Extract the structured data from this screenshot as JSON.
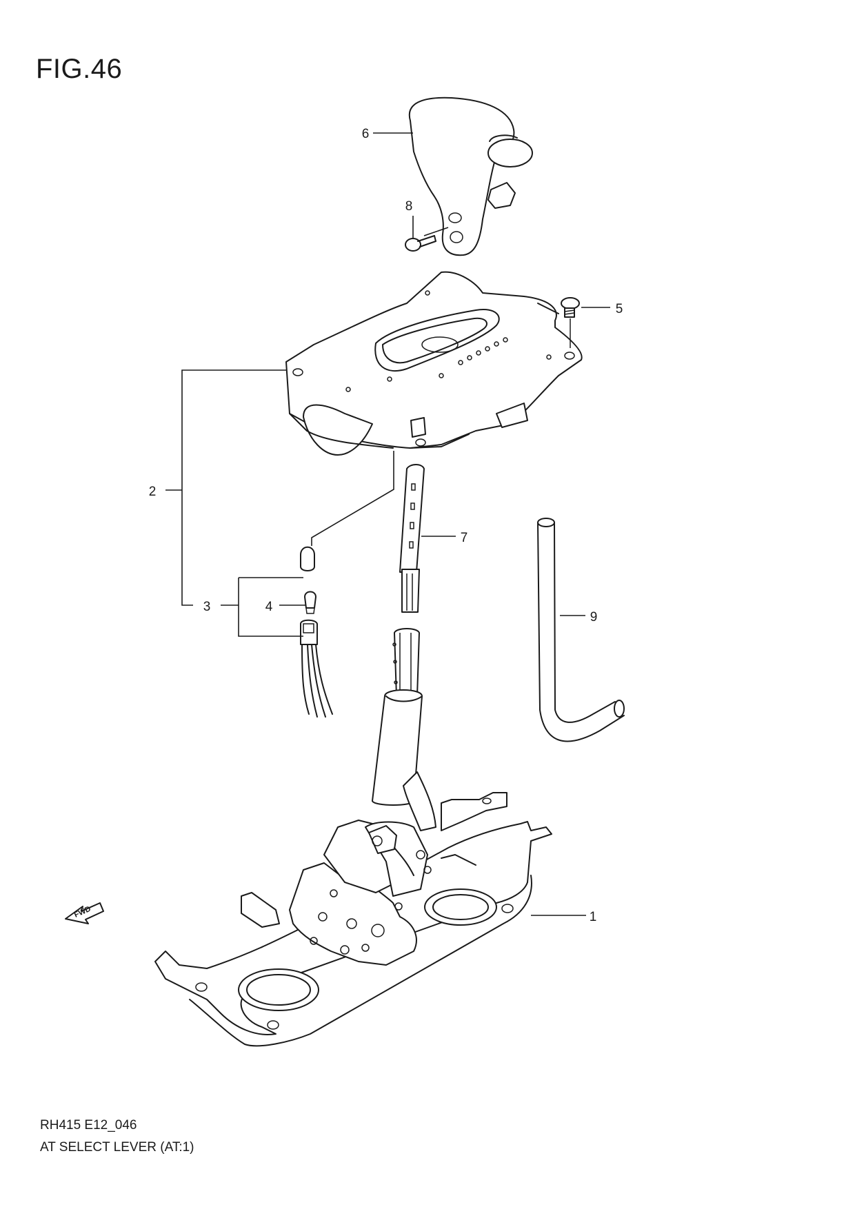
{
  "figure": {
    "title": "FIG.46",
    "code": "RH415 E12_046",
    "caption": "AT SELECT LEVER (AT:1)",
    "fwd_label": "FWD"
  },
  "callouts": [
    "1",
    "2",
    "3",
    "4",
    "5",
    "6",
    "7",
    "8",
    "9"
  ],
  "parts": [
    {
      "ref": "1",
      "name": "lever-base-assembly-part"
    },
    {
      "ref": "2",
      "name": "indicator-housing-assembly-part"
    },
    {
      "ref": "3",
      "name": "bulb-socket-assembly-part"
    },
    {
      "ref": "4",
      "name": "bulb-part"
    },
    {
      "ref": "5",
      "name": "screw-part"
    },
    {
      "ref": "6",
      "name": "shift-knob-part"
    },
    {
      "ref": "7",
      "name": "lever-rod-part"
    },
    {
      "ref": "8",
      "name": "knob-screw-part"
    },
    {
      "ref": "9",
      "name": "breather-hose-part"
    }
  ]
}
